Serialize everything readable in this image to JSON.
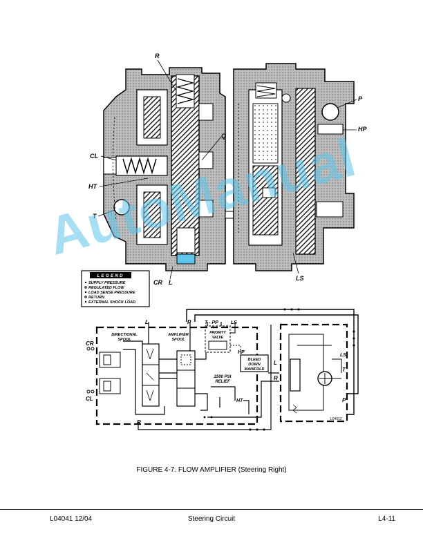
{
  "figure": {
    "labels": {
      "R": "R",
      "Q": "Q",
      "CL": "CL",
      "HT": "HT",
      "T": "T",
      "CR": "CR",
      "L": "L",
      "P": "P",
      "HP": "HP",
      "LS": "LS"
    },
    "legend": {
      "title": "LEGEND",
      "items": [
        "SUPPLY PRESSURE",
        "REGULATED FLOW",
        "LOAD SENSE PRESSURE",
        "RETURN",
        "EXTERNAL SHOCK LOAD"
      ]
    },
    "schematic": {
      "directional_spool": [
        "DIRECTIONAL",
        "SPOOL"
      ],
      "amplifier_spool": [
        "AMPLIFIER",
        "SPOOL"
      ],
      "priority_valve": [
        "PRIORITY",
        "VALVE"
      ],
      "bleed_down": [
        "BLEED",
        "DOWN",
        "MANIFOLD"
      ],
      "relief": [
        "2500 PSI",
        "RELIEF"
      ],
      "port_L": "L",
      "port_P": "P",
      "port_TPP": "T - PP",
      "port_LS": "LS",
      "port_HP": "HP",
      "port_HT": "HT",
      "port_R": "R",
      "port_CR": "CR",
      "port_CL": "CL",
      "right_L": "L",
      "right_R": "R",
      "right_LS": "LS",
      "right_T": "T",
      "right_P": "P",
      "code": "L04012"
    }
  },
  "watermark": "AutoManual",
  "caption": "FIGURE 4-7. FLOW AMPLIFIER (Steering Right)",
  "footer": {
    "left": "L04041  12/04",
    "center": "Steering Circuit",
    "right": "L4-11"
  }
}
